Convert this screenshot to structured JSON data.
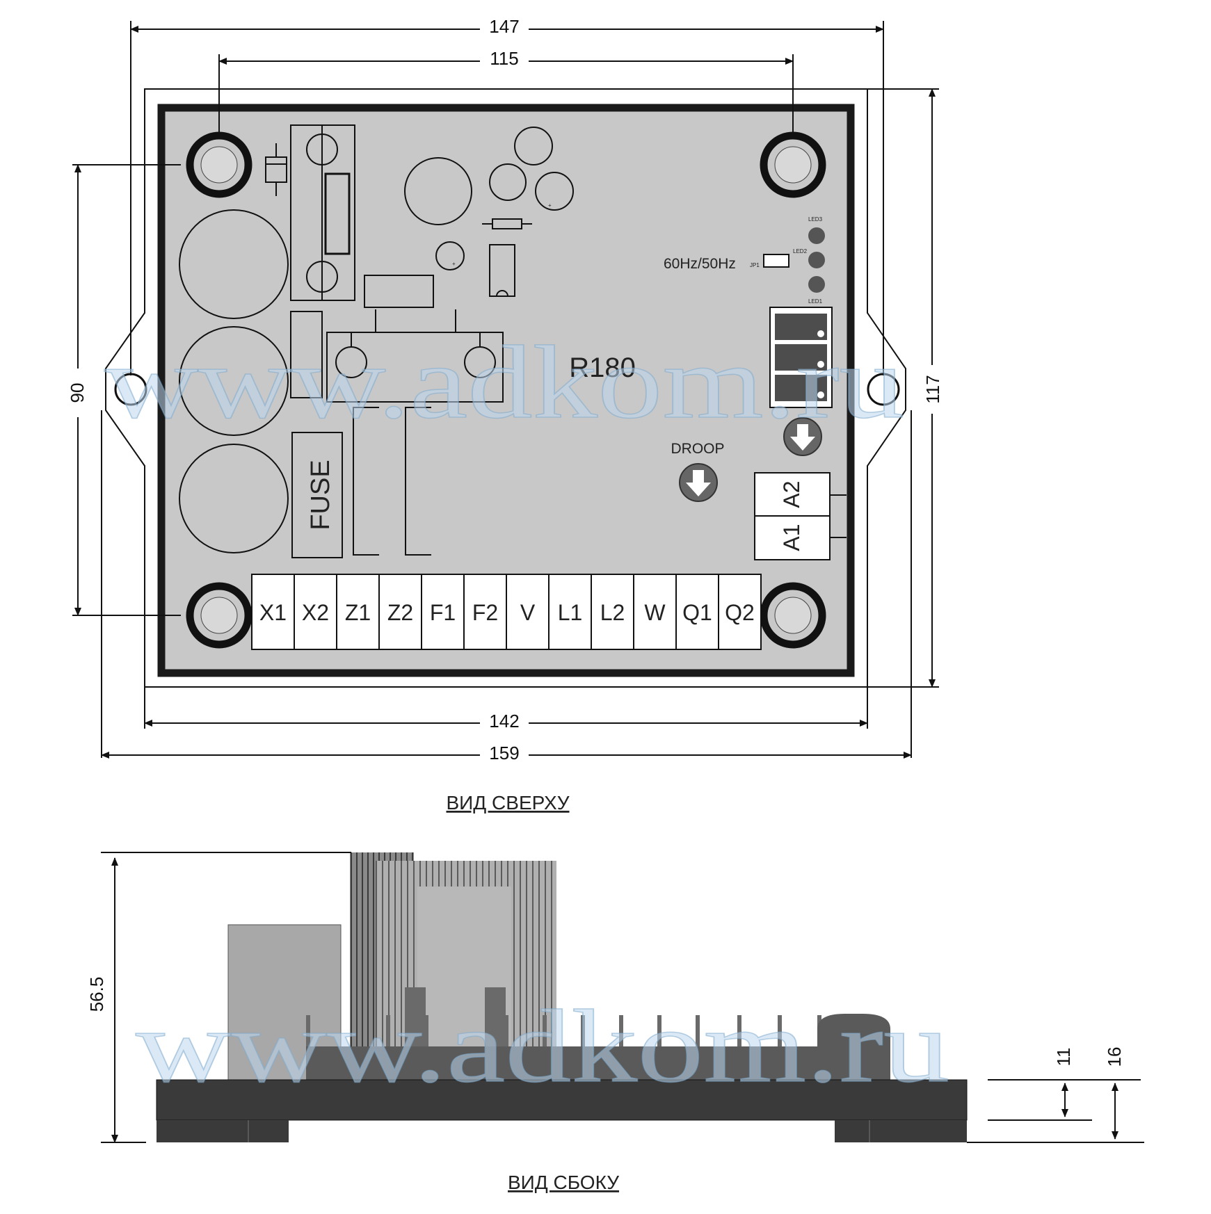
{
  "dimensions": {
    "width_outer_mounting": "147",
    "width_inner_mounting": "115",
    "width_board": "142",
    "width_total": "159",
    "height_mounting": "90",
    "height_total": "117",
    "side_height": "56.5",
    "side_thickness_1": "11",
    "side_thickness_2": "16"
  },
  "board": {
    "model": "R180",
    "fuse_label": "FUSE",
    "frequency_label": "60Hz/50Hz",
    "jumper_label": "JP1",
    "droop_label": "DROOP",
    "leds": [
      "LED3",
      "LED2",
      "LED1"
    ],
    "terminals_right": [
      "A2",
      "A1"
    ],
    "terminals_bottom": [
      "X1",
      "X2",
      "Z1",
      "Z2",
      "F1",
      "F2",
      "V",
      "L1",
      "L2",
      "W",
      "Q1",
      "Q2"
    ]
  },
  "captions": {
    "top_view": "ВИД СВЕРХУ",
    "side_view": "ВИД СБОКУ"
  },
  "watermark": {
    "top": "www.adkom.ru",
    "bottom": "www.adkom.ru"
  },
  "colors": {
    "board_fill": "#c8c8c8",
    "board_border": "#1a1a1a",
    "dark_component": "#4d4d4d",
    "side_base": "#3a3a3a",
    "watermark": "#9ec4e2"
  }
}
